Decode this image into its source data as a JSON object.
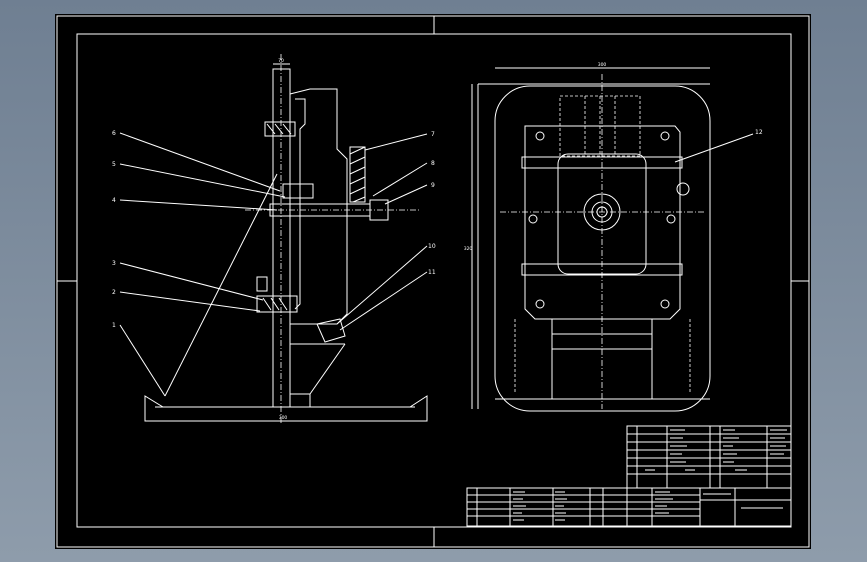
{
  "drawing": {
    "side_view": {
      "callouts": [
        "1",
        "2",
        "3",
        "4",
        "5",
        "6",
        "7",
        "8",
        "9",
        "10",
        "11"
      ],
      "dims": {
        "top": "70",
        "base": "300"
      }
    },
    "front_view": {
      "callouts": [
        "12"
      ],
      "dims": {
        "top": "300",
        "left": "320"
      }
    }
  },
  "colors": {
    "background": "#000000",
    "line": "#ffffff",
    "frame": "#7d8b9b"
  }
}
